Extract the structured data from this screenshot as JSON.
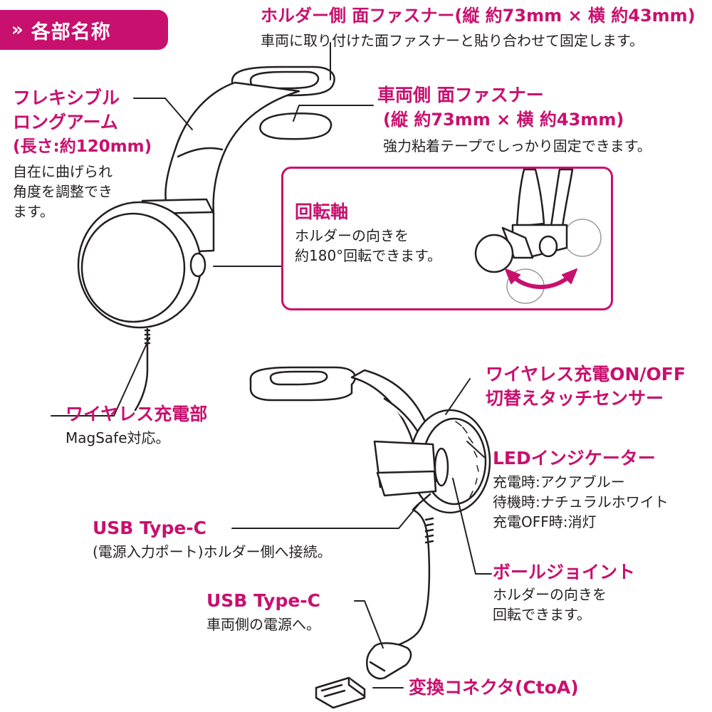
{
  "accent": "#c8106e",
  "header": {
    "chevron": "»",
    "title": "各部名称"
  },
  "labels": {
    "holder_fastener": {
      "title": "ホルダー側 面ファスナー(縦 約73mm × 横 約43mm)",
      "desc": "車両に取り付けた面ファスナーと貼り合わせて固定します。"
    },
    "vehicle_fastener": {
      "title_line1": "車両側 面ファスナー",
      "title_line2": "(縦 約73mm × 横 約43mm)",
      "desc": "強力粘着テープでしっかり固定できます。"
    },
    "flex_arm": {
      "title_line1": "フレキシブル",
      "title_line2": "ロングアーム",
      "title_line3": "(長さ:約120mm)",
      "desc_line1": "自在に曲げられ",
      "desc_line2": "角度を調整でき",
      "desc_line3": "ます。"
    },
    "rotation_axis": {
      "title": "回転軸",
      "desc_line1": "ホルダーの向きを",
      "desc_line2": "約180°回転できます。"
    },
    "wireless_charger": {
      "title": "ワイヤレス充電部",
      "desc": "MagSafe対応。"
    },
    "touch_sensor": {
      "title_line1": "ワイヤレス充電ON/OFF",
      "title_line2": "切替えタッチセンサー"
    },
    "led_indicator": {
      "title": "LEDインジケーター",
      "desc_line1": "充電時:アクアブルー",
      "desc_line2": "待機時:ナチュラルホワイト",
      "desc_line3": "充電OFF時:消灯"
    },
    "usb_c_holder": {
      "title": "USB Type-C",
      "desc": "(電源入力ポート)ホルダー側へ接続。"
    },
    "ball_joint": {
      "title": "ボールジョイント",
      "desc_line1": "ホルダーの向きを",
      "desc_line2": "回転できます。"
    },
    "usb_c_vehicle": {
      "title": "USB Type-C",
      "desc": "車両側の電源へ。"
    },
    "adapter": {
      "title": "変換コネクタ(CtoA)"
    }
  }
}
